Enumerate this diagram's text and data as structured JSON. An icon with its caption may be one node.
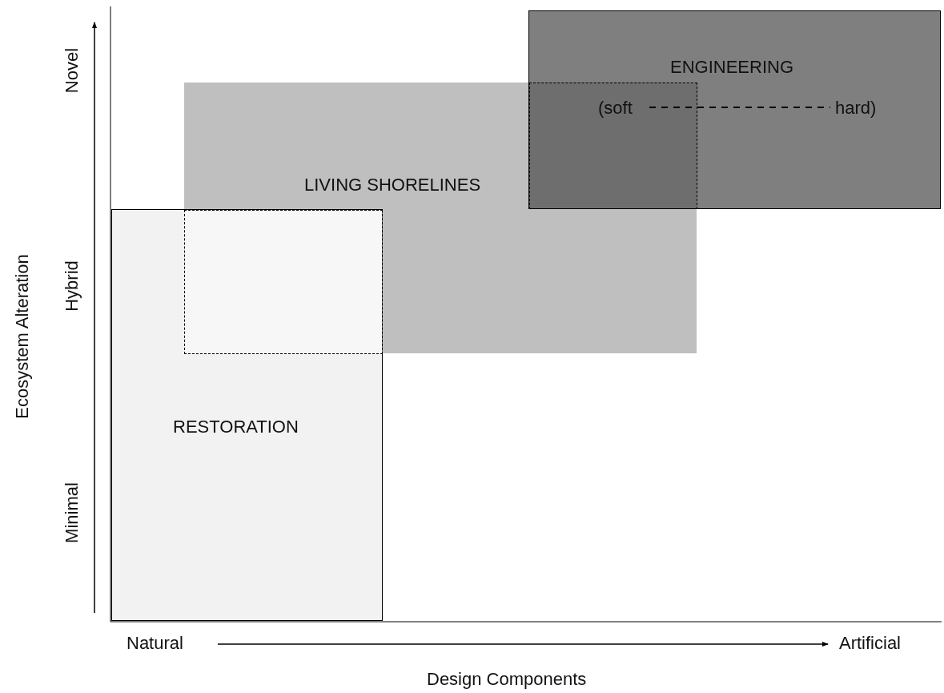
{
  "diagram": {
    "nodes": [
      {
        "text": [
          "RESTORATION"
        ]
      },
      {
        "text": [
          "LIVING SHORELINES"
        ]
      },
      {
        "text": [
          "ENGINEERING",
          "(soft",
          "hard)"
        ]
      }
    ],
    "labels": [
      "Novel",
      "Hybrid",
      "Minimal",
      "Ecosystem Alteration",
      "Natural",
      "Artificial",
      "Design Components"
    ]
  }
}
